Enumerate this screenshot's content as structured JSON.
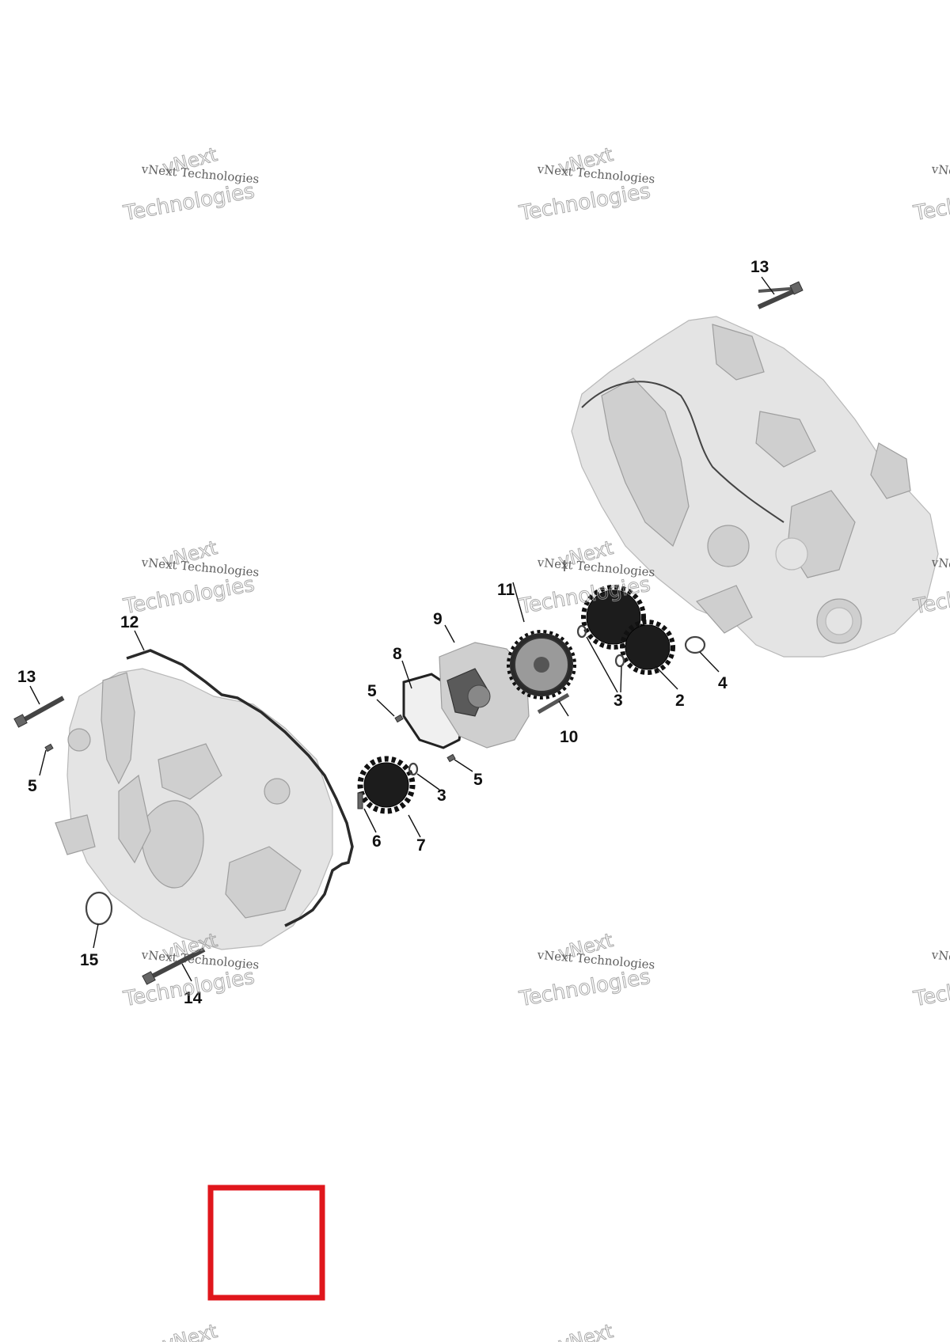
{
  "watermark": {
    "line1": "vNext Technologies",
    "line2": "Technologies",
    "line0": "vNext"
  },
  "callouts": {
    "c1": "13",
    "c2": "11",
    "c3": "9",
    "c4": "12",
    "c5": "8",
    "c6": "13",
    "c7": "5",
    "c8": "5",
    "c9": "3",
    "c10": "2",
    "c11": "4",
    "c12": "10",
    "c13": "5",
    "c14": "3",
    "c15": "6",
    "c16": "7",
    "c17": "15",
    "c18": "14"
  },
  "highlight_box": {
    "color": "#e0161c"
  }
}
